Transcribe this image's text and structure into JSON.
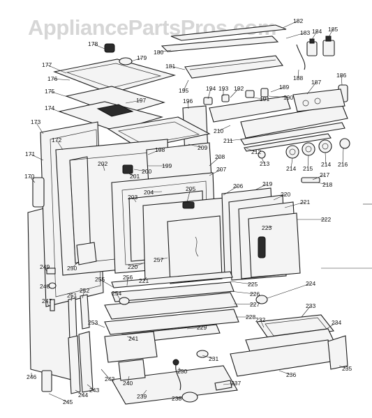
{
  "watermark": "AppliancePartsPros.com",
  "part_numbers": [
    "178",
    "179",
    "177",
    "176",
    "175",
    "174",
    "173",
    "171",
    "170",
    "172",
    "180",
    "181",
    "182",
    "183",
    "184",
    "185",
    "186",
    "187",
    "188",
    "189",
    "190",
    "191",
    "192",
    "193",
    "194",
    "195",
    "196",
    "197",
    "198",
    "199",
    "200",
    "201",
    "202",
    "203",
    "204",
    "205",
    "206",
    "207",
    "208",
    "209",
    "210",
    "211",
    "212",
    "213",
    "214",
    "215",
    "214",
    "216",
    "217",
    "218",
    "219",
    "220",
    "221",
    "222",
    "223",
    "220",
    "221",
    "225",
    "226",
    "224",
    "227",
    "228",
    "229",
    "230",
    "231",
    "232",
    "233",
    "234",
    "235",
    "236",
    "237",
    "238",
    "239",
    "240",
    "241",
    "242",
    "243",
    "244",
    "245",
    "246",
    "247",
    "248",
    "249",
    "250",
    "251",
    "252",
    "253",
    "254",
    "255",
    "256",
    "257"
  ]
}
